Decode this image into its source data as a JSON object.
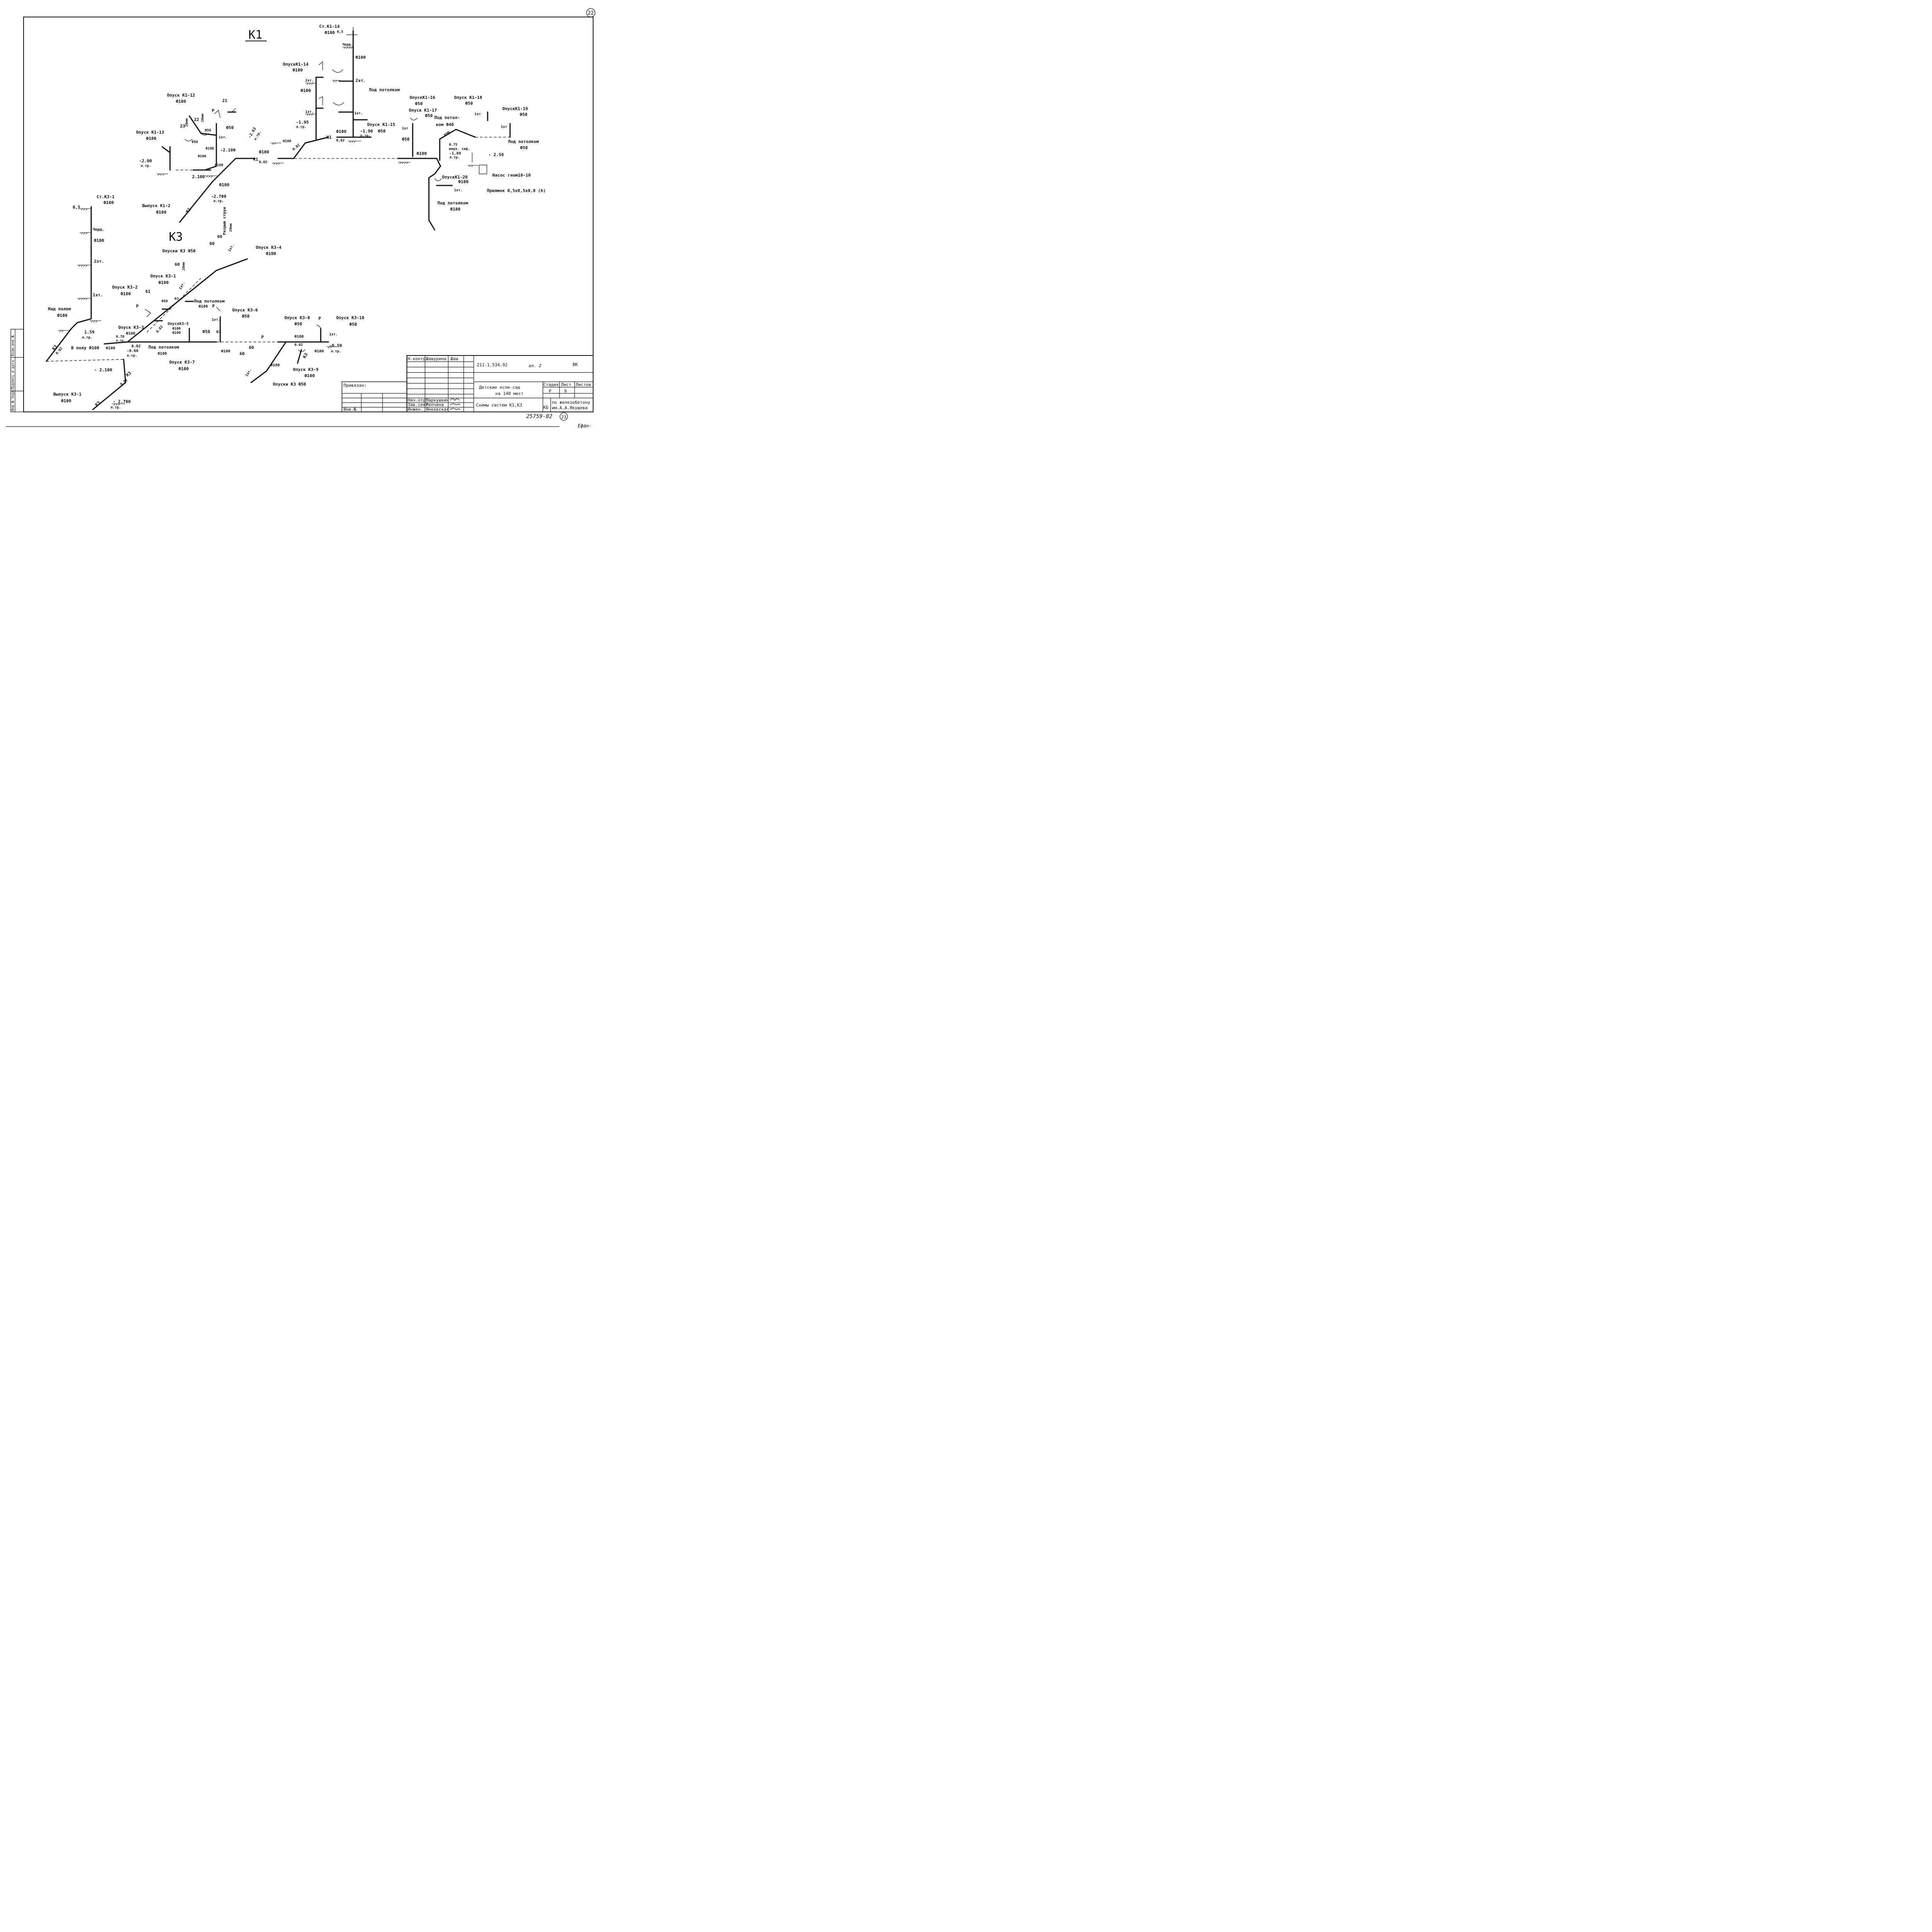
{
  "sheet": {
    "page_badge": "22",
    "bottom_badge": "23",
    "archive_number": "25759-02",
    "signature": "Ефан-"
  },
  "systems": {
    "k1_title": "К1",
    "k3_title": "К3"
  },
  "k1_labels": {
    "st_k1_14": "Ст.К1-14",
    "d100_top": "Ф100",
    "h05": "0,5",
    "cherd": "Черд.",
    "d100_riser": "Ф100",
    "floor2_main": "2эт.",
    "under_ceiling": "Под потолком",
    "floor1_main": "1эт.",
    "opusk_k1_14": "ОпускК1-14",
    "opusk_k1_14_d": "Ф100",
    "floor2_k114": "2эт.",
    "d100_k114": "Ф100",
    "floor1_k114": "1эт.",
    "mark_195": "-1.95",
    "ltr_195": "л.тр.",
    "d100_k114_low": "Ф100",
    "slope_002_a": "0.02",
    "k1_tag_a": "К1",
    "d100_main_a": "Ф100",
    "slope_002_b": "0,02",
    "mark_190": "-1.90",
    "ltr_190": "л.тр.",
    "d50_190": "Ф50",
    "opusk_k1_15": "Опуск К1-15",
    "opusk_k1_16": "ОпускК1-16",
    "opusk_k1_16_d": "Ф50",
    "opusk_k1_17": "Опуск К1-17",
    "opusk_k1_17_d": "Ф50",
    "floor1_k117": "1эт",
    "d50_k117": "Ф50",
    "d100_k117": "Ф100",
    "pod_potol": "Под потол-",
    "kom_d40": "ком Ф40",
    "kchn": "КЧН",
    "opusk_k1_18": "Опуск К1-18",
    "opusk_k1_18_d": "Ф50",
    "floor1_k118": "1эт",
    "opusk_k1_19": "ОпускК1-19",
    "opusk_k1_19_d": "Ф50",
    "floor1_k119": "1эт",
    "under_ceiling_k119": "Под потолком",
    "under_ceiling_k119_d": "Ф50",
    "mark_075": "0.75",
    "verkh_sif": "верх. сиф.",
    "mark_189": "-1.89",
    "ltr_189": "л.тр.",
    "mark_250": "- 2.50",
    "pump": "Насос гном10-10",
    "pit": "Приямок 0,5х0,5х0,8 (h)",
    "opusk_k1_20": "ОпускК1-20",
    "opusk_k1_20_d": "Ф100",
    "floor1_k120": "1эт.",
    "under_ceiling_k120": "Под потолком",
    "under_ceiling_k120_d": "Ф100",
    "d100_main_b": "Ф100",
    "slope_002_c": "0,02",
    "k1_tag_b": "К1",
    "opusk_k1_12": "Опуск К1-12",
    "opusk_k1_12_d": "Ф100",
    "n21": "21",
    "p_k112": "Р",
    "n22": "22",
    "mm20_a": "20мм",
    "n23": "23",
    "mm20_b": "20мм",
    "d50_a": "Ф50",
    "d50_b": "Ф50",
    "d50_c": "Ф50",
    "floor1_k112": "1эт.",
    "d100_k112_a": "Ф100",
    "d100_k112_b": "Ф100",
    "d100_k112_c": "Ф100",
    "mark_2100": "-2.100",
    "mark_263": "-2.63",
    "ltr_263": "л.тр.",
    "opusk_k1_13": "Опуск К1-13",
    "opusk_k1_13_d": "Ф100",
    "mark_200": "-2.00",
    "ltr_200": "л.тр.",
    "mark_2100_b": "2.100",
    "d100_k112_d": "Ф100",
    "mark_2700": "-2.700",
    "ltr_2700": "л.тр.",
    "vypusk_k1_2": "Выпуск К1-2",
    "vypusk_k1_2_d": "Ф100",
    "k1_tag_c": "К1",
    "razryv_strui": "Разрыв струи",
    "razryv_20mm": "20мм"
  },
  "k3_labels": {
    "st_k3_1": "Ст.К3-1",
    "st_k3_1_d": "Ф100",
    "h05": "0,5",
    "cherd": "Черд.",
    "d100_riser": "Ф100",
    "floor2": "2эт.",
    "floor1": "1эт.",
    "nad_polom": "Над полом",
    "nad_polom_d": "Ф100",
    "mark_159": "1.59",
    "ltr_159": "л.тр.",
    "k3_tag_a": "К3",
    "slope_002_a": "0.02",
    "v_polu": "В полу Ф100",
    "opuski_k3_d50": "Опуски К3 Ф50",
    "n60_a": "60",
    "n60_b": "60",
    "n60_c": "60",
    "floor1_a": "1эт.",
    "mm20_c": "20мм",
    "opusk_k3_4": "Опуск К3-4",
    "opusk_k3_4_d": "Ф100",
    "opusk_k3_1": "Опуск К3-1",
    "opusk_k3_1_d": "Ф100",
    "floor1_b": "1эт.",
    "opusk_k3_2": "Опуск К3-2",
    "opusk_k3_2_d": "Ф100",
    "n61": "61",
    "d50_k32": "Ф50",
    "k3_tag_b": "К3",
    "pod_potolkom_a": "Под потолком",
    "pod_potolkom_a_d": "Ф100",
    "p_a": "Р",
    "p_b": "Р",
    "opusk_k3_6": "Опуск К3-6",
    "opusk_k3_6_d": "Ф50",
    "floor1_c": "1эт.",
    "opusk_k3_3": "Опуск К3-3",
    "opusk_k3_3_d": "Ф100",
    "mark_070": "0.70",
    "ltr_070": "л.тр.",
    "d100_k33": "Ф100",
    "slope_002_b": "0.02",
    "mark_066": "-0.66",
    "ltr_066": "л.тр.",
    "opusk_k3_5": "ОпускК3-5",
    "opusk_k3_5_d1": "Ф100",
    "opusk_k3_5_d2": "Ф100",
    "slope_002_c": "0.02",
    "d50_mid": "Ф50",
    "k3_tag_c": "К3",
    "pod_potolkom_b": "Под потолком",
    "pod_potolkom_b_d": "Ф100",
    "d100_k37": "Ф100",
    "opusk_k3_7": "Опуск К3-7",
    "opusk_k3_7_d": "Ф100",
    "p_c": "Р",
    "n60_d": "60",
    "n60_e": "60",
    "floor1_d": "1эт.",
    "d100_k37b": "Ф100",
    "opuski_k3_d50_b": "Опуски К3 Ф50",
    "opusk_k3_8": "Опуск К3-8",
    "opusk_k3_8_d": "Ф50",
    "d100_k38": "Ф100",
    "slope_002_d": "0.02",
    "k3_tag_d": "К3",
    "opusk_k3_9": "Опуск К3-9",
    "opusk_k3_9_d": "Ф100",
    "p_d": "Р",
    "opusk_k3_10": "Опуск К3-10",
    "opusk_k3_10_d": "Ф50",
    "floor1_e": "1эт.",
    "d100_k310": "Ф100",
    "mark_050": "-0.50",
    "ltr_050": "л.тр.",
    "mark_2100": "- 2.100",
    "k3_tag_e": "К3",
    "slope_002_e": "0.02",
    "vypusk_k3_1": "Выпуск К3-1",
    "vypusk_k3_1_d": "Ф100",
    "k3_tag_f": "К3",
    "mark_2700": "- 2.700",
    "ltr_2700": "л.тр."
  },
  "side_stamp": {
    "col1": "Инв.№ подл.",
    "col2": "Подпись и дата",
    "col3": "Взам.инв.№"
  },
  "title_block": {
    "privyazan": "Привязан:",
    "inv_no": "Инв.№",
    "n_kontr_role": "Н.контр.",
    "n_kontr_name": "Шашурина",
    "n_kontr_sign": "Шаш",
    "nach_otd_role": "Нач.отд.",
    "nach_otd_name": "Маркушкин",
    "zav_sekt_role": "Зав.сект.",
    "zav_sekt_name": "Репчина",
    "inzh_role": "Инжен.",
    "inzh_name": "Янковская",
    "doc_code": "211-1.534.92",
    "album": "ал. 2",
    "mark_vk": "ВК",
    "project_1": "Детские ясли-сад",
    "project_2": "на 140 мест",
    "stage_h": "Стадия",
    "sheet_h": "Лист",
    "sheets_h": "Листов",
    "stage_v": "Р",
    "sheet_v": "9",
    "sheets_v": "",
    "drawing_title": "Схемы систем К1,К3",
    "org_logo": "КБ",
    "org_1": "по железобетону",
    "org_2": "им.А.А.Якушева"
  }
}
